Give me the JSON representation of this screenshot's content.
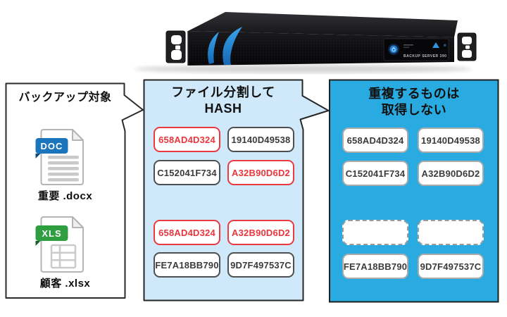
{
  "appliance": {
    "display_label": "BACKUP SERVER 390"
  },
  "source_panel": {
    "title": "バックアップ対象",
    "files": [
      {
        "badge": "DOC",
        "label": "重要 .docx"
      },
      {
        "badge": "XLS",
        "label": "顧客 .xlsx"
      }
    ]
  },
  "hash_panel": {
    "title_line1": "ファイル分割して",
    "title_line2": "HASH",
    "boxes": [
      {
        "value": "658AD4D324",
        "duplicate": true
      },
      {
        "value": "19140D49538",
        "duplicate": false
      },
      {
        "value": "C152041F734",
        "duplicate": false
      },
      {
        "value": "A32B90D6D2",
        "duplicate": true
      },
      {
        "value": "658AD4D324",
        "duplicate": true
      },
      {
        "value": "A32B90D6D2",
        "duplicate": true
      },
      {
        "value": "FE7A18BB790",
        "duplicate": false
      },
      {
        "value": "9D7F497537C",
        "duplicate": false
      }
    ]
  },
  "dedupe_panel": {
    "title_line1": "重複するものは",
    "title_line2": "取得しない",
    "boxes": [
      {
        "value": "658AD4D324",
        "skipped": false
      },
      {
        "value": "19140D49538",
        "skipped": false
      },
      {
        "value": "C152041F734",
        "skipped": false
      },
      {
        "value": "A32B90D6D2",
        "skipped": false
      },
      {
        "value": "",
        "skipped": true
      },
      {
        "value": "",
        "skipped": true
      },
      {
        "value": "FE7A18BB790",
        "skipped": false
      },
      {
        "value": "9D7F497537C",
        "skipped": false
      }
    ]
  },
  "colors": {
    "duplicate_red": "#e83a40",
    "hash_panel_bg": "#cfe9fa",
    "dedupe_panel_bg": "#29abe2",
    "doc_badge_blue": "#1b75bc",
    "xls_badge_green": "#2f9e41",
    "appliance_logo_blue": "#2e96e0"
  }
}
